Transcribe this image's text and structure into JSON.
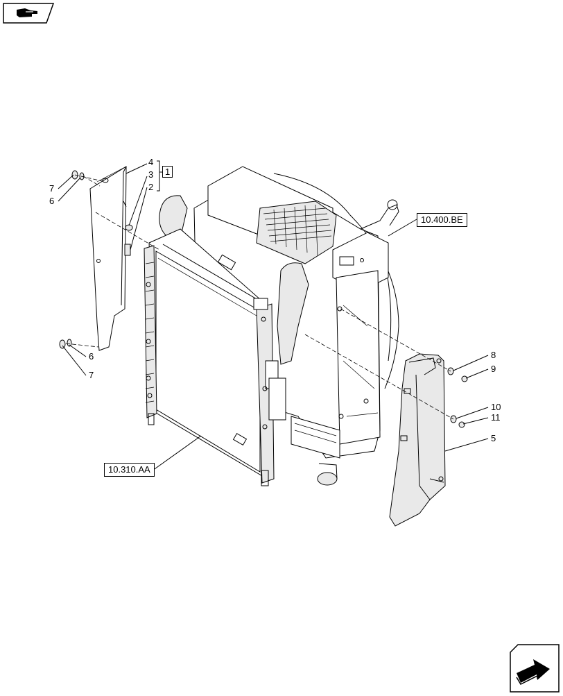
{
  "navigation": {
    "back_icon": "hand-pointer-icon",
    "next_icon": "arrow-next-icon"
  },
  "references": {
    "upper_right": "10.400.BE",
    "lower_left": "10.310.AA"
  },
  "callouts": {
    "group_marker": "1",
    "left_group": [
      "4",
      "3",
      "2"
    ],
    "left_top": [
      "7",
      "6"
    ],
    "left_bottom": [
      "6",
      "7"
    ],
    "right_top": [
      "8",
      "9"
    ],
    "right_bottom": [
      "10",
      "11"
    ],
    "right_shield": "5"
  }
}
